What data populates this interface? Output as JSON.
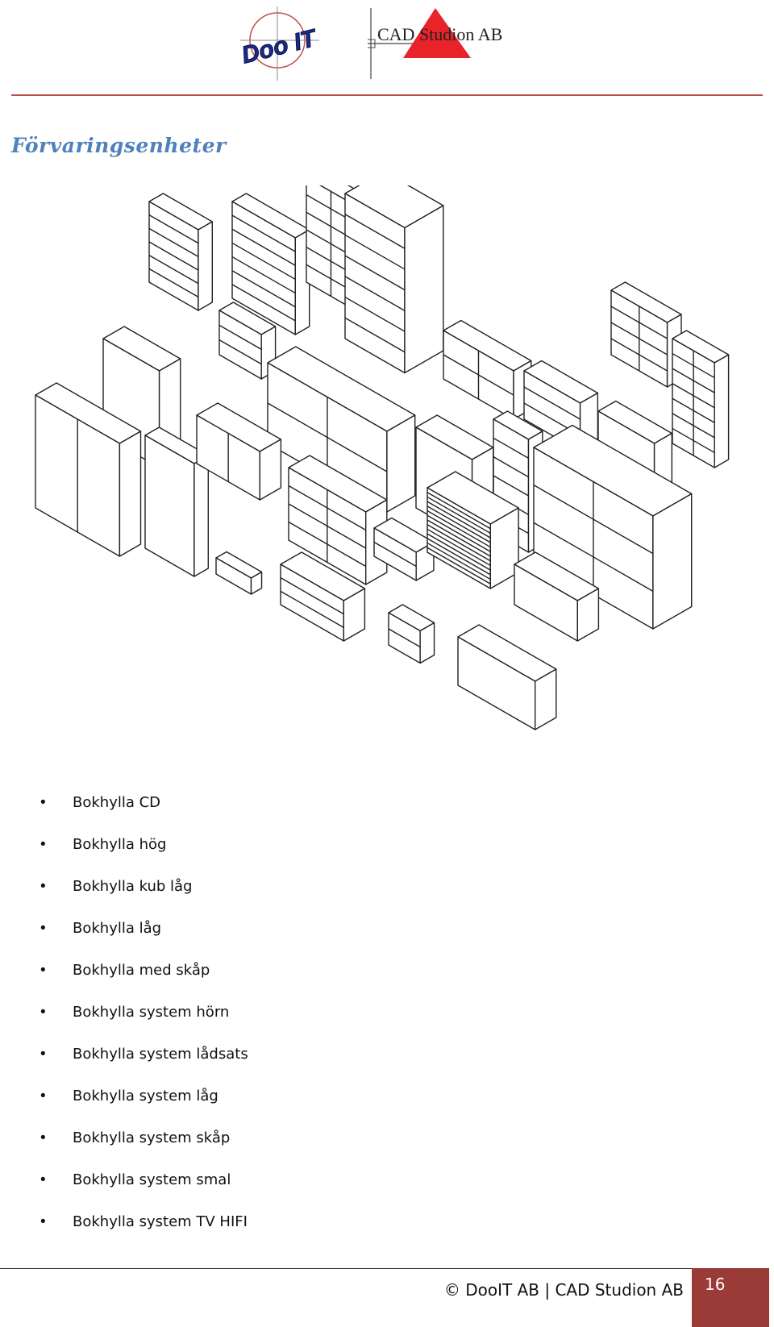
{
  "header": {
    "logo_left_text": "Doo IT",
    "logo_right_text": "CAD Studion AB",
    "accent_color": "#c0504d",
    "logo_triangle_color": "#e8232a",
    "logo_dooit_color": "#1c2a8a"
  },
  "title": "Förvaringsenheter",
  "title_color": "#4f81bd",
  "drawing": {
    "icon": "isometric-furniture-drawing"
  },
  "items": [
    {
      "label": "Bokhylla CD"
    },
    {
      "label": "Bokhylla hög"
    },
    {
      "label": "Bokhylla kub låg"
    },
    {
      "label": "Bokhylla låg"
    },
    {
      "label": "Bokhylla med skåp"
    },
    {
      "label": "Bokhylla system hörn"
    },
    {
      "label": "Bokhylla system lådsats"
    },
    {
      "label": "Bokhylla system låg"
    },
    {
      "label": "Bokhylla system skåp"
    },
    {
      "label": "Bokhylla system smal"
    },
    {
      "label": "Bokhylla system TV HIFI"
    }
  ],
  "footer": {
    "text": "© DooIT AB | CAD Studion AB",
    "page": "16",
    "page_box_color": "#9b3b38"
  }
}
